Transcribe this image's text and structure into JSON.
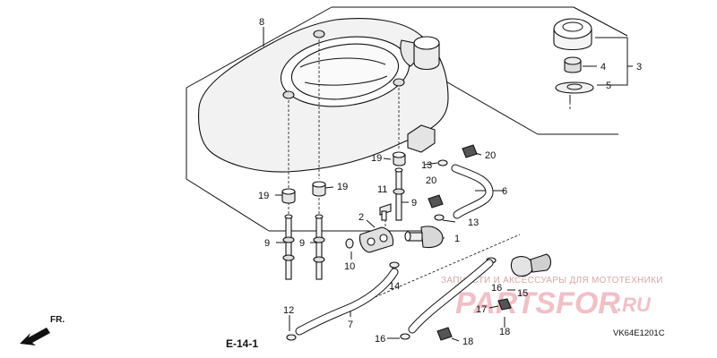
{
  "diagram": {
    "reference": "E-14-1",
    "drawing_code": "VK64E1201C",
    "direction_label": "FR.",
    "watermark": {
      "caption": "ЗАПЧАСТИ И АКСЕССУАРЫ ДЛЯ МОТОТЕХНИКИ",
      "brand": "PARTSFOR",
      "tld": ".RU"
    },
    "callouts": [
      {
        "id": "c8",
        "text": "8"
      },
      {
        "id": "c3",
        "text": "3"
      },
      {
        "id": "c4",
        "text": "4"
      },
      {
        "id": "c5",
        "text": "5"
      },
      {
        "id": "c20a",
        "text": "20"
      },
      {
        "id": "c13a",
        "text": "13"
      },
      {
        "id": "c19a",
        "text": "19"
      },
      {
        "id": "c19b",
        "text": "19"
      },
      {
        "id": "c19c",
        "text": "19"
      },
      {
        "id": "c6",
        "text": "6"
      },
      {
        "id": "c20b",
        "text": "20"
      },
      {
        "id": "c11",
        "text": "11"
      },
      {
        "id": "c9a",
        "text": "9"
      },
      {
        "id": "c2",
        "text": "2"
      },
      {
        "id": "c13b",
        "text": "13"
      },
      {
        "id": "c1",
        "text": "1"
      },
      {
        "id": "c9b",
        "text": "9"
      },
      {
        "id": "c9c",
        "text": "9"
      },
      {
        "id": "c10",
        "text": "10"
      },
      {
        "id": "c14",
        "text": "14"
      },
      {
        "id": "c16a",
        "text": "16"
      },
      {
        "id": "c15",
        "text": "15"
      },
      {
        "id": "c17",
        "text": "17"
      },
      {
        "id": "c12",
        "text": "12"
      },
      {
        "id": "c7",
        "text": "7"
      },
      {
        "id": "c16b",
        "text": "16"
      },
      {
        "id": "c18a",
        "text": "18"
      },
      {
        "id": "c18b",
        "text": "18"
      }
    ]
  }
}
